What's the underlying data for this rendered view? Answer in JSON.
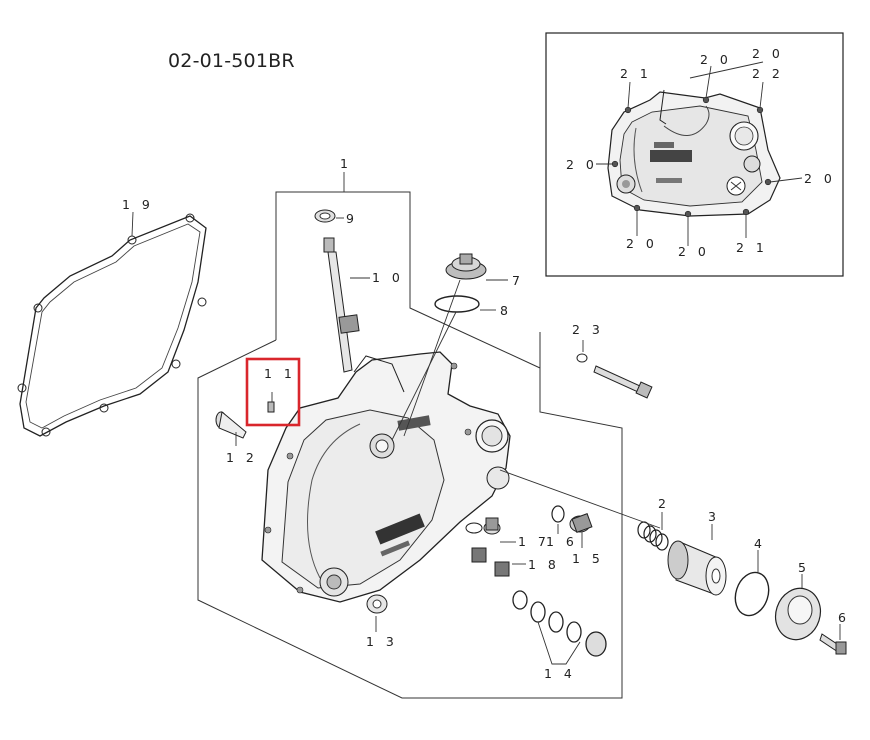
{
  "diagram_code": "02-01-501BR",
  "highlight_color": "#d9262c",
  "labels": {
    "p1": "1",
    "p2": "2",
    "p3": "3",
    "p4": "4",
    "p5": "5",
    "p6": "6",
    "p7": "7",
    "p8": "8",
    "p9": "9",
    "p10": "1 0",
    "p11": "1 1",
    "p12": "1 2",
    "p13": "1 3",
    "p14": "1 4",
    "p15": "1 5",
    "p16": "1 6",
    "p17": "1 7",
    "p18": "1 8",
    "p19": "1 9",
    "p23": "2 3",
    "inset_20a": "2 0",
    "inset_20b": "2 0",
    "inset_20c": "2 0",
    "inset_20d": "2 0",
    "inset_20e": "2 0",
    "inset_20f": "2 0",
    "inset_21a": "2 1",
    "inset_21b": "2 1",
    "inset_22": "2 2"
  }
}
